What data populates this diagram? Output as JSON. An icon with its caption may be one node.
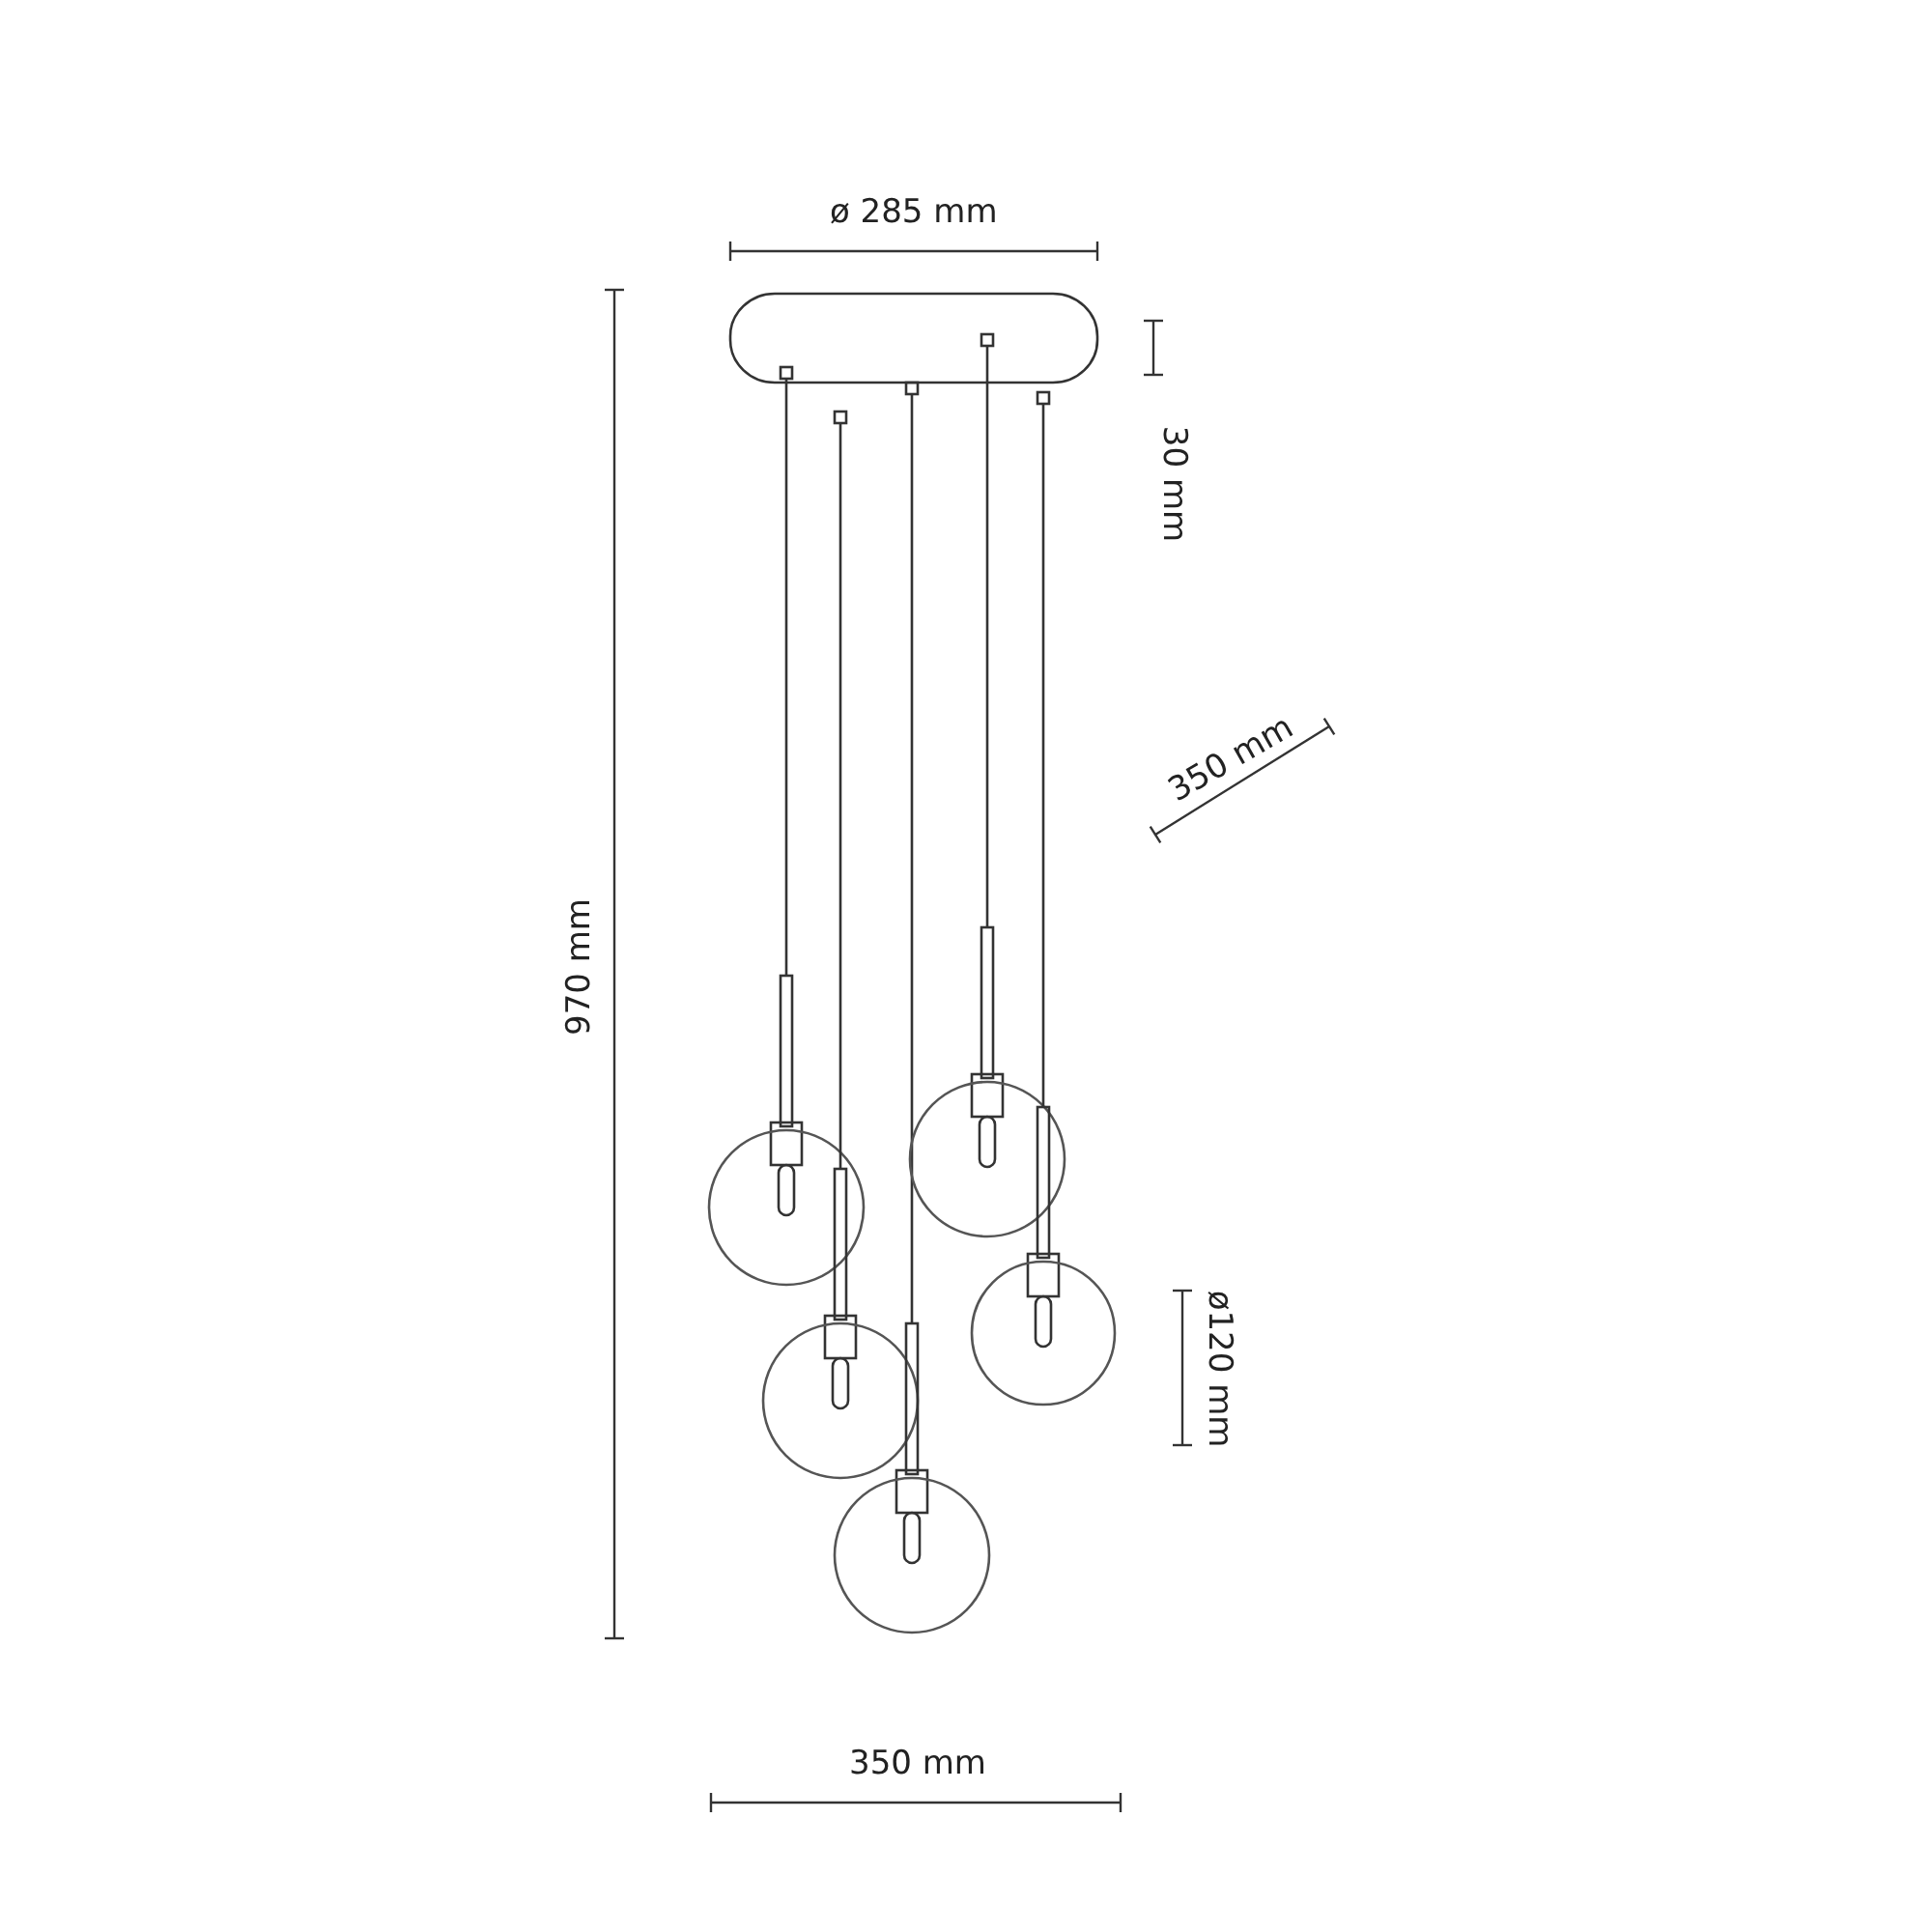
{
  "diagram": {
    "labels": [
      "ø 285 mm",
      "30 mm",
      "350 mm",
      "970 mm",
      "ø120 mm",
      "350 mm"
    ]
  }
}
